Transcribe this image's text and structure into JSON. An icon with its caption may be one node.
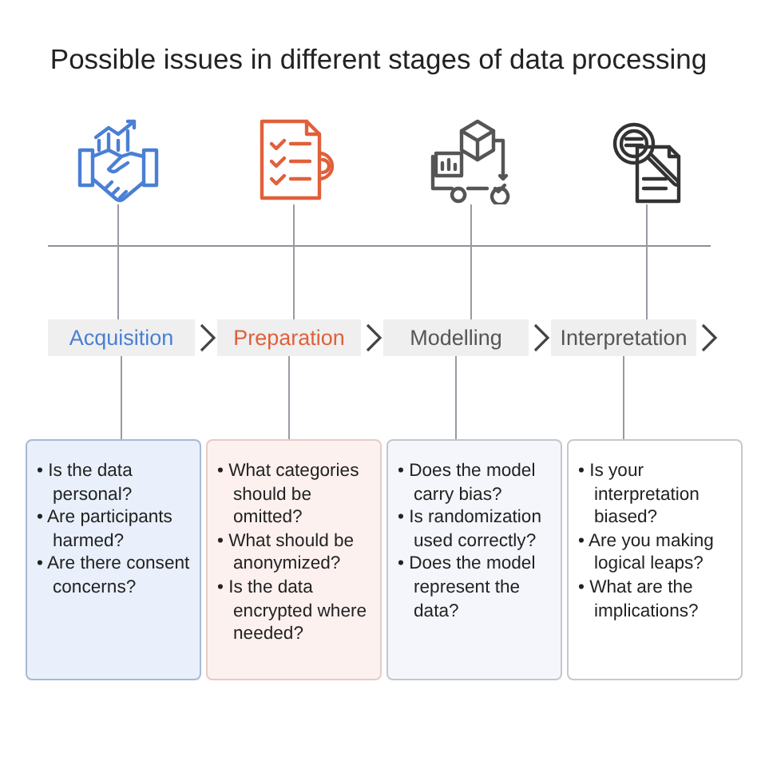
{
  "diagram": {
    "title": "Possible issues in different stages of data processing",
    "nodes": [
      {
        "text": [],
        "shape": "picture"
      },
      {
        "text": [],
        "shape": "picture"
      },
      {
        "text": [],
        "shape": "picture"
      },
      {
        "text": [],
        "shape": "picture"
      },
      {
        "text": [
          "Acquisition"
        ]
      },
      {
        "text": [
          "Preparation"
        ]
      },
      {
        "text": [
          "Modelling"
        ]
      },
      {
        "text": [
          "Interpretation"
        ]
      },
      {
        "text": [
          "• Is the data personal?",
          "• Are participants harmed?",
          "• Are there consent concerns?"
        ]
      },
      {
        "text": [
          "• What categories should be omitted?",
          "• What should be anonymized?",
          "• Is the data encrypted where needed?"
        ]
      },
      {
        "text": [
          "• Does the model carry bias?",
          "• Is randomization used correctly?",
          "• Does the model represent the data?"
        ]
      },
      {
        "text": [
          "• Is your interpretation biased?",
          "• Are you making logical leaps?",
          "• What are the implications?"
        ]
      }
    ],
    "edges": [
      {
        "from": 0,
        "to": 4,
        "arrow": "none"
      },
      {
        "from": 1,
        "to": 5,
        "arrow": "none"
      },
      {
        "from": 2,
        "to": 6,
        "arrow": "none"
      },
      {
        "from": 3,
        "to": 7,
        "arrow": "none"
      },
      {
        "from": 4,
        "to": 8,
        "arrow": "none"
      },
      {
        "from": 5,
        "to": 9,
        "arrow": "none"
      },
      {
        "from": 6,
        "to": 10,
        "arrow": "none"
      },
      {
        "from": 7,
        "to": 11,
        "arrow": "none"
      },
      {
        "from": 4,
        "to": 5,
        "arrow": "to",
        "color": "#444444"
      },
      {
        "from": 5,
        "to": 6,
        "arrow": "to",
        "color": "#444444"
      },
      {
        "from": 6,
        "to": 7,
        "arrow": "to",
        "color": "#444444"
      },
      {
        "from": 7,
        "to": null,
        "arrow": "to",
        "color": "#444444"
      }
    ]
  }
}
